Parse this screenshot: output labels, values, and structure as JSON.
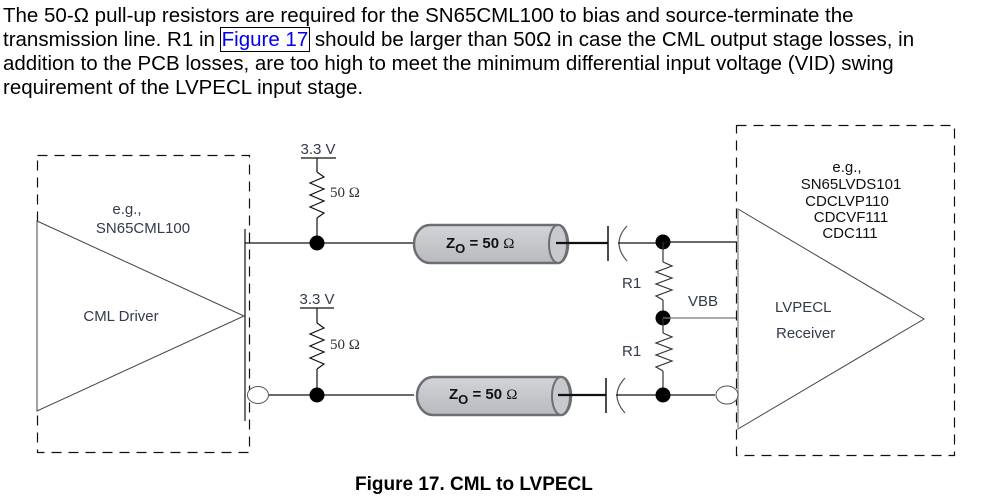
{
  "paragraph": {
    "line1": "The 50-Ω pull-up resistors are required for the SN65CML100 to bias and source-terminate the",
    "line2_pre": "transmission line. R1 in ",
    "line2_link": "Figure 17",
    "line2_post": " should be larger than 50Ω in case the CML output stage losses, in",
    "line3": "addition to the PCB losses, are too high to meet the minimum differential input voltage (VID) swing",
    "line4": "requirement of the LVPECL input stage."
  },
  "diagram": {
    "driver": {
      "eg": "e.g.,",
      "part": "SN65CML100",
      "name": "CML Driver"
    },
    "pullups": [
      {
        "supply": "3.3 V",
        "resistance": "50 Ω"
      },
      {
        "supply": "3.3 V",
        "resistance": "50 Ω"
      }
    ],
    "cables": [
      {
        "label_z": "Z",
        "label_sub": "O",
        "label_value": " = 50 ",
        "label_unit": "Ω"
      },
      {
        "label_z": "Z",
        "label_sub": "O",
        "label_value": " = 50 ",
        "label_unit": "Ω"
      }
    ],
    "bias": {
      "r_top": "R1",
      "r_bottom": "R1",
      "vbb": "VBB"
    },
    "receiver": {
      "eg": "e.g.,",
      "parts": [
        "SN65LVDS101",
        "CDCLVP110",
        "CDCVF111",
        "CDC111"
      ],
      "name_line1": "LVPECL",
      "name_line2": "Receiver"
    },
    "colors": {
      "cable_fill": "#c3c5c9",
      "cable_stroke": "#6b6e73",
      "link": "#0000ee"
    }
  },
  "caption": "Figure 17. CML to LVPECL"
}
